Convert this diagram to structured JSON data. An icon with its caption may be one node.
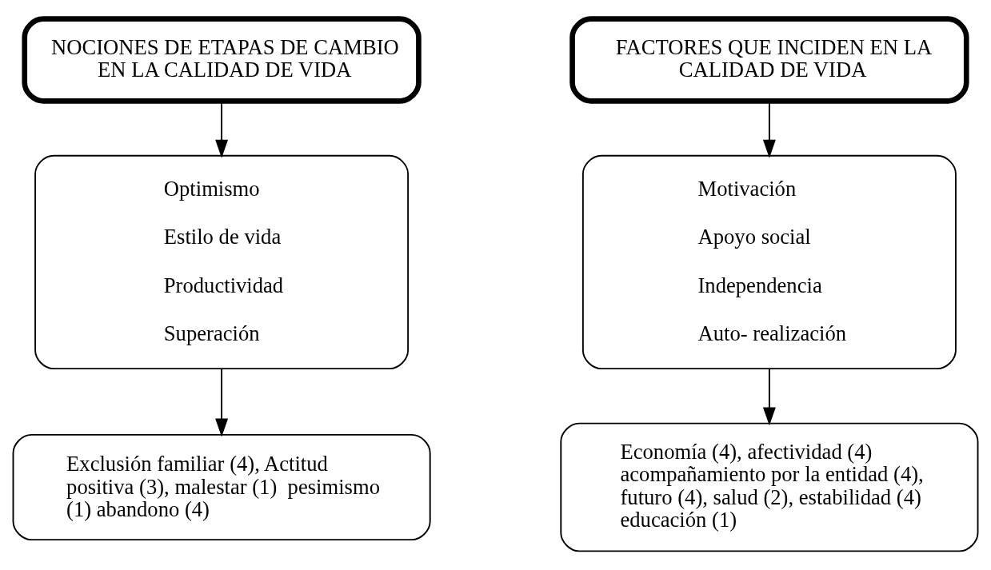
{
  "diagram": {
    "nodes": [
      {
        "text": [
          "NOCIONES DE ETAPAS DE CAMBIO EN LA CALIDAD DE VIDA"
        ]
      },
      {
        "text": [
          "Optimismo",
          "Estilo de vida",
          "Productividad",
          "Superación"
        ]
      },
      {
        "text": [
          "Exclusión familiar (4), Actitud positiva (3), malestar (1)  pesimismo (1) abandono (4)"
        ]
      },
      {
        "text": [
          "FACTORES QUE INCIDEN EN LA CALIDAD DE VIDA"
        ]
      },
      {
        "text": [
          "Motivación",
          "Apoyo social",
          "Independencia",
          "Auto- realización"
        ]
      },
      {
        "text": [
          "Economía (4), afectividad (4) acompañamiento por la entidad (4), futuro (4), salud (2), estabilidad (4) educación (1)"
        ]
      }
    ],
    "edges": [
      {
        "from": 0,
        "to": 1,
        "arrow": "to"
      },
      {
        "from": 1,
        "to": 2,
        "arrow": "to"
      },
      {
        "from": 3,
        "to": 4,
        "arrow": "to"
      },
      {
        "from": 4,
        "to": 5,
        "arrow": "to"
      }
    ]
  }
}
